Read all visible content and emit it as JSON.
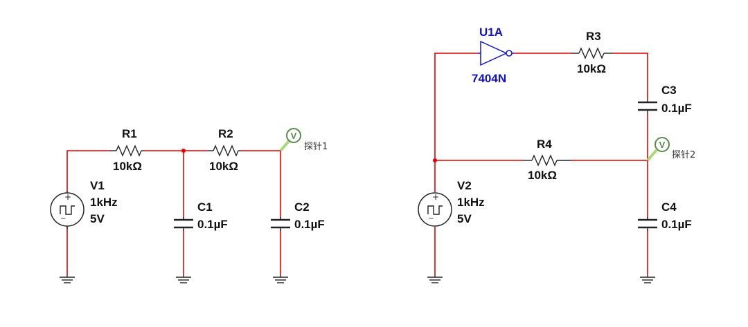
{
  "circuit_left": {
    "source": {
      "name": "V1",
      "freq": "1kHz",
      "amp": "5V"
    },
    "r1": {
      "name": "R1",
      "value": "10kΩ"
    },
    "r2": {
      "name": "R2",
      "value": "10kΩ"
    },
    "c1": {
      "name": "C1",
      "value": "0.1µF"
    },
    "c2": {
      "name": "C2",
      "value": "0.1µF"
    },
    "probe": {
      "symbol": "V",
      "label": "探针1"
    }
  },
  "circuit_right": {
    "source": {
      "name": "V2",
      "freq": "1kHz",
      "amp": "5V"
    },
    "inverter": {
      "name": "U1A",
      "part": "7404N"
    },
    "r3": {
      "name": "R3",
      "value": "10kΩ"
    },
    "r4": {
      "name": "R4",
      "value": "10kΩ"
    },
    "c3": {
      "name": "C3",
      "value": "0.1µF"
    },
    "c4": {
      "name": "C4",
      "value": "0.1µF"
    },
    "probe": {
      "symbol": "V",
      "label": "探针2"
    }
  },
  "colors": {
    "wire": "#e60000",
    "component": "#222222",
    "inverter": "#1010d0",
    "probe": "#5a8a4a",
    "background": "#ffffff"
  }
}
